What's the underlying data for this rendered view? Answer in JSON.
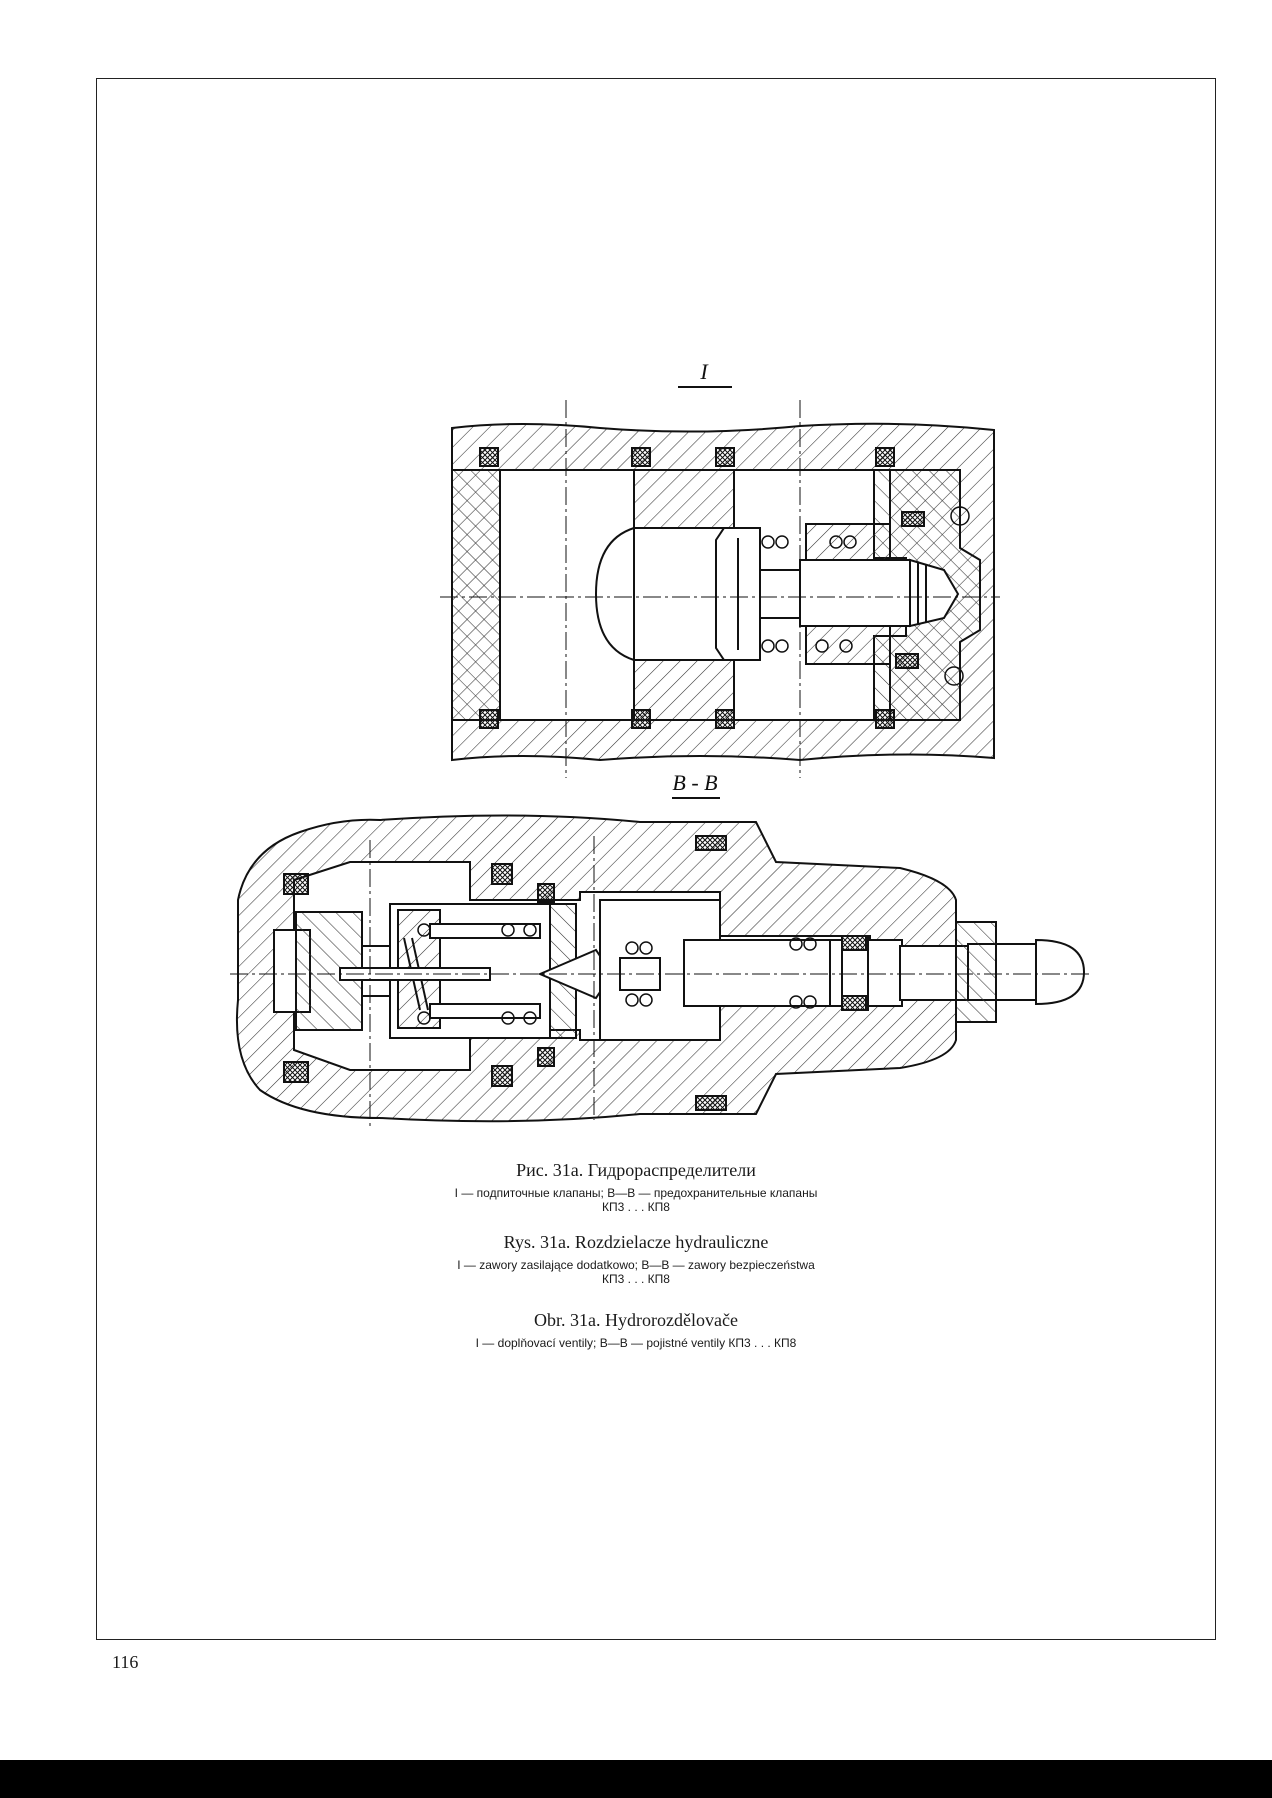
{
  "figure": {
    "view_top_label": "I",
    "view_bottom_label": "B - B"
  },
  "captions": {
    "ru": {
      "title": "Рис. 31а. Гидрораспределители",
      "legend_line1": "I — подпиточные клапаны; B—B — предохранительные клапаны",
      "legend_line2": "КП3 . . . КП8"
    },
    "pl": {
      "title": "Rys. 31a. Rozdzielacze hydrauliczne",
      "legend_line1": "I — zawory zasilające dodatkowo; B—B — zawory bezpieczeństwa",
      "legend_line2": "КП3 . . . КП8"
    },
    "cs": {
      "title": "Obr. 31a. Hydrorozdělovače",
      "legend_line1": "I — doplňovací ventily; B—B — pojistné ventily КП3 . . . КП8"
    }
  },
  "page": {
    "number": "116"
  }
}
